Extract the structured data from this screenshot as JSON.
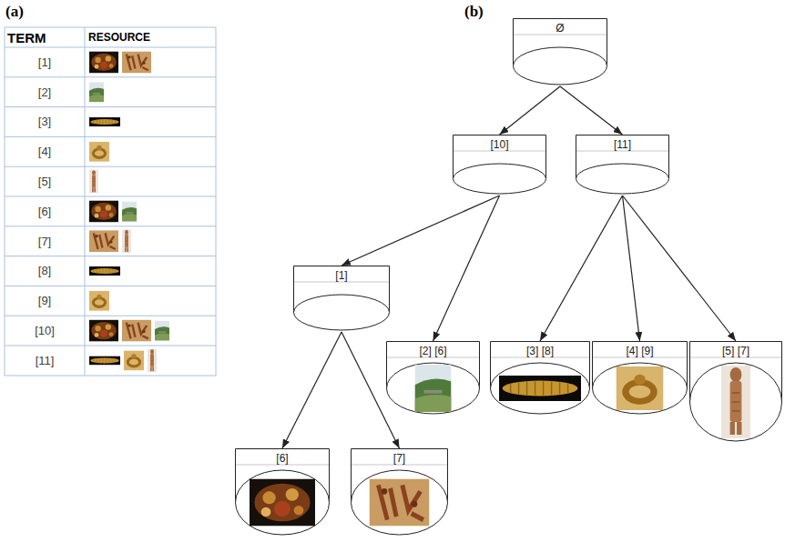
{
  "diagram": {
    "nodes": [
      {
        "text": [
          "Ø"
        ]
      },
      {
        "text": [
          "[10]"
        ]
      },
      {
        "text": [
          "[11]"
        ]
      },
      {
        "text": [
          "[1]"
        ]
      },
      {
        "text": [
          "[2] [6]"
        ]
      },
      {
        "text": [
          "[3] [8]"
        ]
      },
      {
        "text": [
          "[4] [9]"
        ]
      },
      {
        "text": [
          "[5] [7]"
        ]
      },
      {
        "text": [
          "[6]"
        ]
      },
      {
        "text": [
          "[7]"
        ]
      }
    ],
    "edges": [
      {
        "from": 0,
        "to": 1,
        "arrow": "to"
      },
      {
        "from": 0,
        "to": 2,
        "arrow": "to"
      },
      {
        "from": 1,
        "to": 3,
        "arrow": "to"
      },
      {
        "from": 1,
        "to": 4,
        "arrow": "to"
      },
      {
        "from": 2,
        "to": 5,
        "arrow": "to"
      },
      {
        "from": 2,
        "to": 6,
        "arrow": "to"
      },
      {
        "from": 2,
        "to": 7,
        "arrow": "to"
      },
      {
        "from": 3,
        "to": 8,
        "arrow": "to"
      },
      {
        "from": 3,
        "to": 9,
        "arrow": "to"
      }
    ],
    "labels": [
      "(a)",
      "TERM",
      "RESOURCE",
      "[1]",
      "[2]",
      "[3]",
      "[4]",
      "[5]",
      "[6]",
      "[7]",
      "[8]",
      "[9]",
      "[10]",
      "[11]",
      "(b)"
    ]
  }
}
